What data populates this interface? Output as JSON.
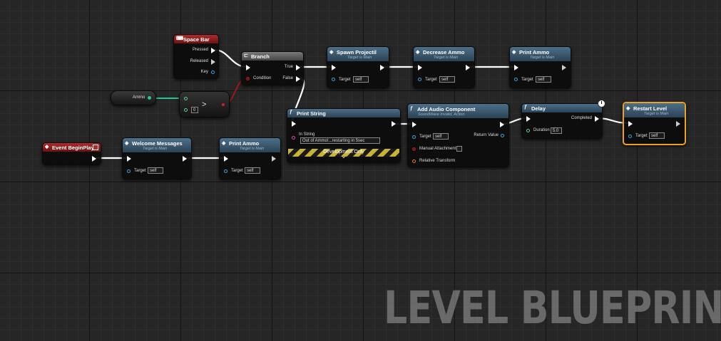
{
  "nodes": {
    "space_bar": {
      "title": "Space Bar",
      "pins": {
        "pressed": "Pressed",
        "released": "Released",
        "key": "Key"
      }
    },
    "branch": {
      "title": "Branch",
      "pins": {
        "condition": "Condition",
        "true": "True",
        "false": "False"
      }
    },
    "ammo_var": {
      "label": "Ammo"
    },
    "compare": {
      "operator": ">",
      "value": "0"
    },
    "spawn_projectile": {
      "title": "Spawn Projectil",
      "subtitle": "Target is Main",
      "target_label": "Target",
      "target_value": "self"
    },
    "decrease_ammo": {
      "title": "Decrease Ammo",
      "subtitle": "Target is Main",
      "target_label": "Target",
      "target_value": "self"
    },
    "print_ammo_top": {
      "title": "Print Ammo",
      "subtitle": "Target is Main",
      "target_label": "Target",
      "target_value": "self"
    },
    "print_string": {
      "title": "Print String",
      "in_string_label": "In String",
      "in_string_value": "Out of Ammo!...restarting in 5sec",
      "dev_only": "Development Only",
      "chevron": "⌄"
    },
    "add_audio": {
      "title": "Add Audio Component",
      "subtitle": "SoundWave Invalid, Action",
      "target_label": "Target",
      "target_value": "self",
      "return_label": "Return Value",
      "manual_label": "Manual Attachment",
      "relative_label": "Relative Transform"
    },
    "delay": {
      "title": "Delay",
      "completed_label": "Completed",
      "duration_label": "Duration",
      "duration_value": "5.0"
    },
    "restart_level": {
      "title": "Restart Level",
      "subtitle": "Target is Main",
      "target_label": "Target",
      "target_value": "self"
    },
    "event_begin_play": {
      "title": "Event BeginPlay"
    },
    "welcome_messages": {
      "title": "Welcome Messages",
      "subtitle": "Target is Main",
      "target_label": "Target",
      "target_value": "self"
    },
    "print_ammo_bottom": {
      "title": "Print Ammo",
      "subtitle": "Target is Main",
      "target_label": "Target",
      "target_value": "self"
    }
  },
  "watermark": "LEVEL BLUEPRINT",
  "icons": {
    "function": "f-icon",
    "event": "event-icon",
    "keyboard": "keyboard-icon",
    "clock": "clock-icon"
  },
  "colors": {
    "exec_wire": "#ffffff",
    "int_wire": "#27c49a",
    "bool_wire": "#a01818",
    "selected": "#f0a020"
  }
}
